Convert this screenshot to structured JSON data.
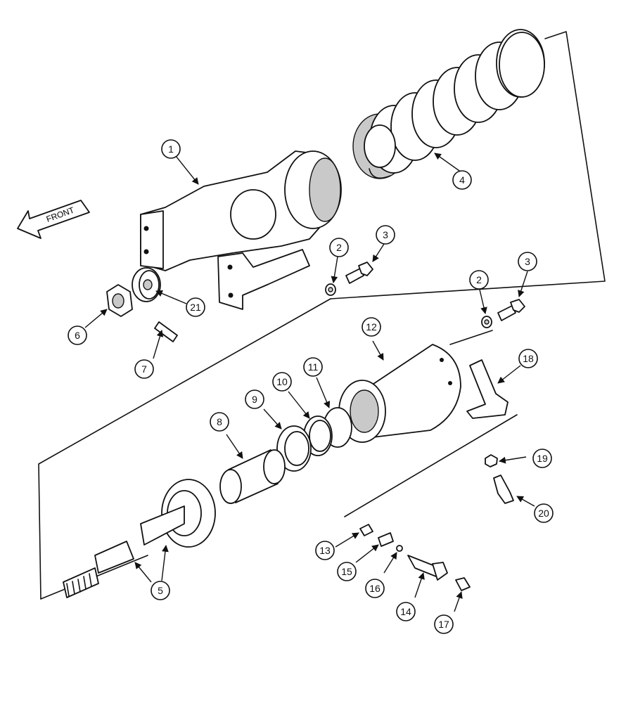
{
  "diagram": {
    "front_label": "FRONT",
    "callouts": {
      "c1": "1",
      "c2a": "2",
      "c2b": "2",
      "c3a": "3",
      "c3b": "3",
      "c4": "4",
      "c5": "5",
      "c6": "6",
      "c7": "7",
      "c8": "8",
      "c9": "9",
      "c10": "10",
      "c11": "11",
      "c12": "12",
      "c13": "13",
      "c14": "14",
      "c15": "15",
      "c16": "16",
      "c17": "17",
      "c18": "18",
      "c19": "19",
      "c20": "20",
      "c21": "21"
    }
  }
}
